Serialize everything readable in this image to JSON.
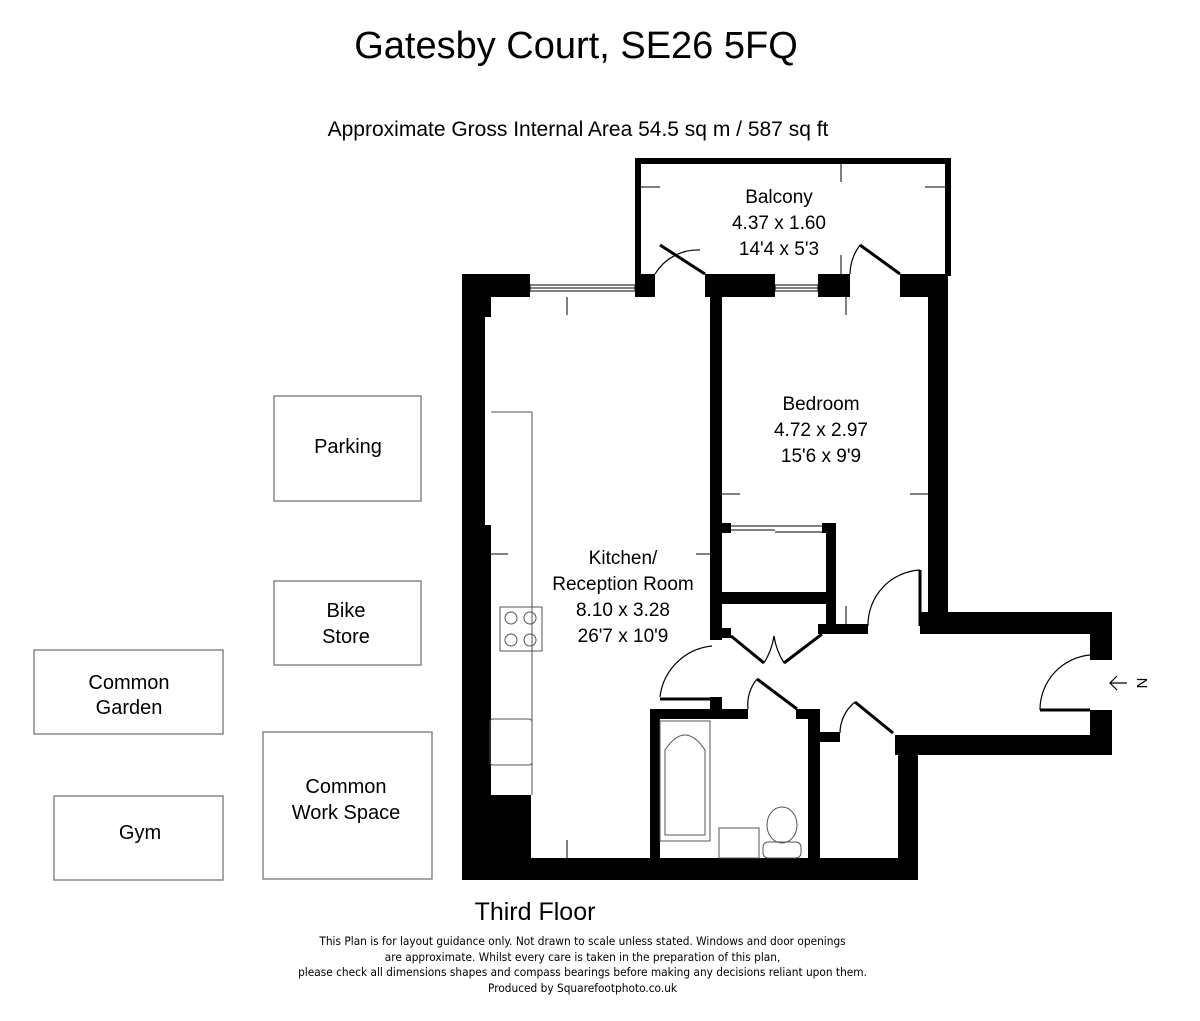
{
  "title": "Gatesby Court, SE26 5FQ",
  "area": "Approximate Gross Internal Area  54.5 sq m / 587 sq ft",
  "rooms": {
    "balcony": {
      "name": "Balcony",
      "metric": "4.37 x 1.60",
      "imperial": "14'4 x 5'3"
    },
    "bedroom": {
      "name": "Bedroom",
      "metric": "4.72 x 2.97",
      "imperial": "15'6 x 9'9"
    },
    "kitchen": {
      "name1": "Kitchen/",
      "name2": "Reception Room",
      "metric": "8.10 x 3.28",
      "imperial": "26'7 x 10'9"
    }
  },
  "amenities": {
    "parking": "Parking",
    "bike1": "Bike",
    "bike2": "Store",
    "garden1": "Common",
    "garden2": "Garden",
    "work1": "Common",
    "work2": "Work Space",
    "gym": "Gym"
  },
  "north_label": "N",
  "floor_label": "Third Floor",
  "disclaimer": [
    "This Plan is for layout guidance only. Not drawn to scale unless stated. Windows and door openings",
    "are approximate. Whilst every care is taken in the preparation of this plan,",
    "please check all dimensions shapes and compass bearings before making any decisions reliant upon them.",
    "Produced by Squarefootphoto.co.uk"
  ]
}
